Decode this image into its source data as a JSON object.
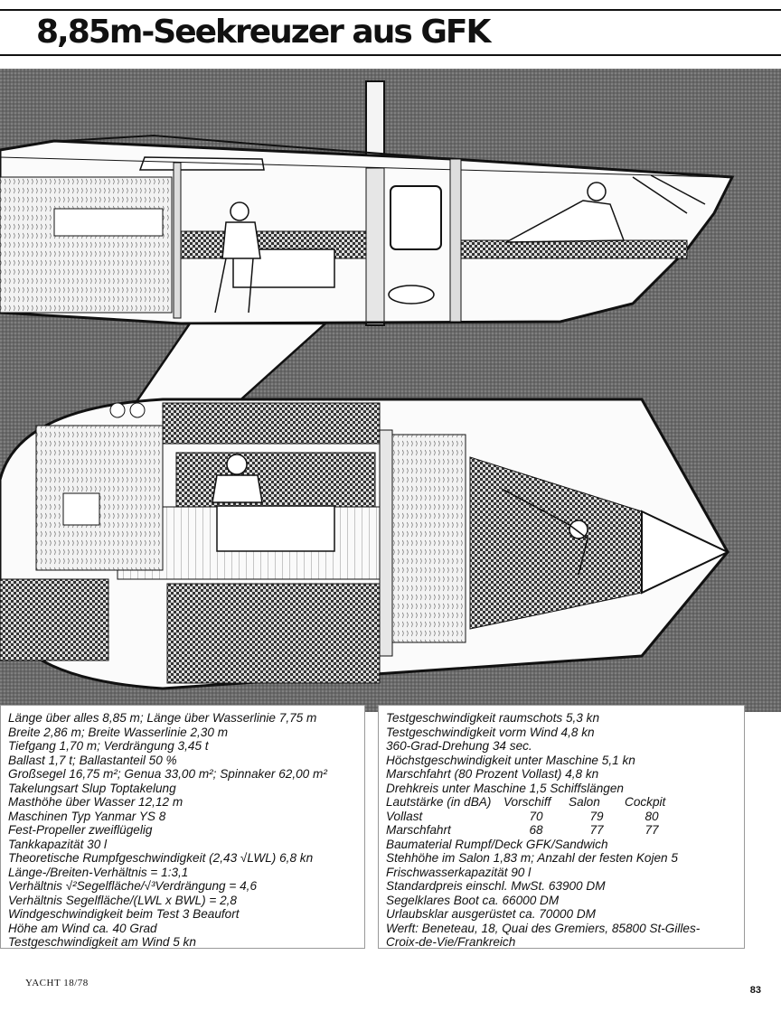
{
  "header": {
    "title": "8,85m-Seekreuzer aus GFK"
  },
  "illustration": {
    "icon": "yacht-cutaway-illustration"
  },
  "specs_left": [
    "Länge über alles 8,85 m; Länge über Wasserlinie 7,75 m",
    "Breite 2,86 m; Breite Wasserlinie 2,30 m",
    "Tiefgang 1,70 m; Verdrängung 3,45 t",
    "Ballast 1,7 t; Ballastanteil 50 %",
    "Großsegel 16,75 m²; Genua 33,00 m²; Spinnaker 62,00 m²",
    "Takelungsart Slup Toptakelung",
    "Masthöhe über Wasser 12,12 m",
    "Maschinen Typ Yanmar YS 8",
    "Fest-Propeller zweiflügelig",
    "Tankkapazität 30 l",
    "Theoretische Rumpfgeschwindigkeit (2,43 √LWL) 6,8 kn",
    "Länge-/Breiten-Verhältnis = 1:3,1",
    "Verhältnis √²Segelfläche/√³Verdrängung = 4,6",
    "Verhältnis Segelfläche/(LWL x BWL) = 2,8",
    "Windgeschwindigkeit beim Test 3 Beaufort",
    "Höhe am Wind ca. 40 Grad",
    "Testgeschwindigkeit am Wind 5 kn"
  ],
  "specs_right_top": [
    "Testgeschwindigkeit raumschots 5,3 kn",
    "Testgeschwindigkeit vorm Wind 4,8 kn",
    "360-Grad-Drehung 34 sec.",
    "Höchstgeschwindigkeit unter Maschine 5,1 kn",
    "Marschfahrt (80 Prozent Vollast) 4,8 kn",
    "Drehkreis unter Maschine 1,5 Schiffslängen"
  ],
  "noise_table": {
    "header": [
      "Lautstärke (in dBA)",
      "Vorschiff",
      "Salon",
      "Cockpit"
    ],
    "rows": [
      [
        "Vollast",
        "70",
        "79",
        "80"
      ],
      [
        "Marschfahrt",
        "68",
        "77",
        "77"
      ]
    ]
  },
  "specs_right_bottom": [
    "Baumaterial Rumpf/Deck GFK/Sandwich",
    "Stehhöhe im Salon 1,83 m; Anzahl der festen Kojen 5",
    "Frischwasserkapazität 90 l",
    "Standardpreis einschl. MwSt. 63900 DM",
    "Segelklares Boot ca. 66000 DM",
    "Urlaubsklar ausgerüstet ca. 70000 DM",
    "Werft: Beneteau, 18, Quai des Gremiers, 85800 St-Gilles-",
    "Croix-de-Vie/Frankreich"
  ],
  "footer": {
    "magazine": "YACHT  18/78",
    "page": "83"
  }
}
